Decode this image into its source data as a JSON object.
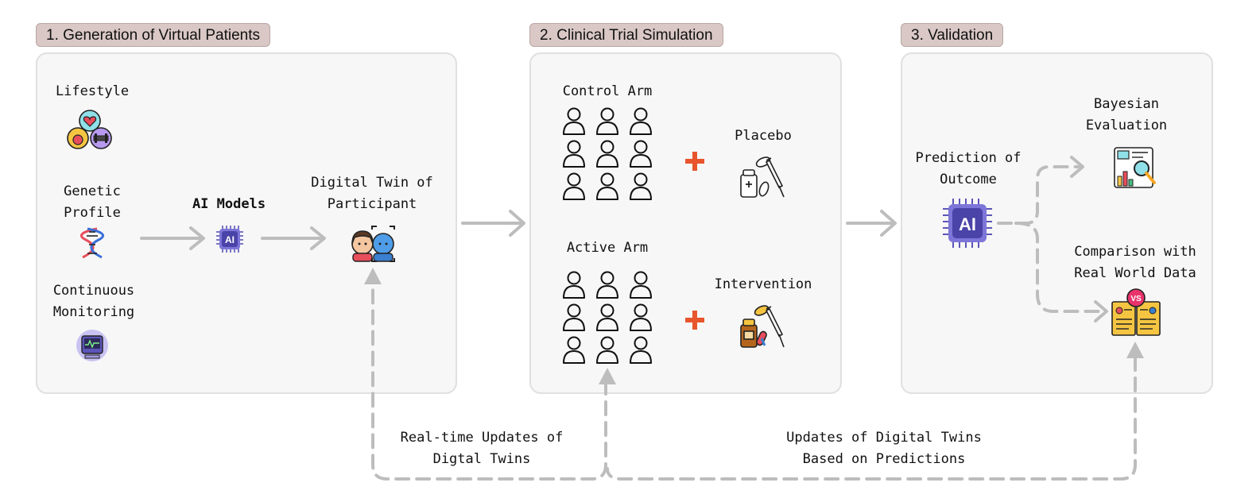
{
  "sections": {
    "generation": {
      "title": "1. Generation of Virtual Patients",
      "lifestyle": "Lifestyle",
      "genetic_line1": "Genetic",
      "genetic_line2": "Profile",
      "monitoring_line1": "Continuous",
      "monitoring_line2": "Monitoring",
      "ai_models": "AI Models",
      "twin_line1": "Digital Twin of",
      "twin_line2": "Participant"
    },
    "simulation": {
      "title": "2. Clinical Trial Simulation",
      "control_arm": "Control Arm",
      "active_arm": "Active Arm",
      "placebo": "Placebo",
      "intervention": "Intervention"
    },
    "validation": {
      "title": "3. Validation",
      "prediction_line1": "Prediction of",
      "prediction_line2": "Outcome",
      "bayesian_line1": "Bayesian",
      "bayesian_line2": "Evaluation",
      "comparison_line1": "Comparison with",
      "comparison_line2": "Real World Data",
      "vs_badge": "VS"
    }
  },
  "feedback": {
    "realtime_line1": "Real-time Updates of",
    "realtime_line2": "Digtal Twins",
    "predictions_line1": "Updates of Digital Twins",
    "predictions_line2": "Based on Predictions"
  },
  "ai_chip_text": "AI",
  "colors": {
    "tag_bg": "#d9c8c5",
    "panel_bg": "#f7f7f7",
    "arrow": "#bdbdbd",
    "plus": "#e8552d",
    "chip": "#5c55b8"
  }
}
